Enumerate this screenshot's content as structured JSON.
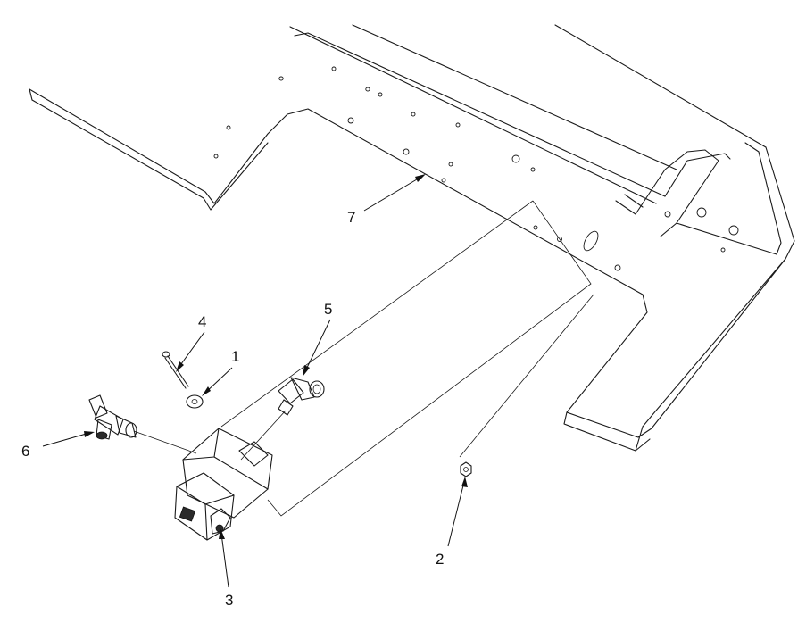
{
  "diagram": {
    "type": "exploded-parts-view",
    "line_color": "#1a1a1a",
    "background": "#ffffff",
    "callouts": [
      {
        "id": "1",
        "label": "1",
        "part": "washer"
      },
      {
        "id": "2",
        "label": "2",
        "part": "nut"
      },
      {
        "id": "3",
        "label": "3",
        "part": "solenoid-valve"
      },
      {
        "id": "4",
        "label": "4",
        "part": "screw"
      },
      {
        "id": "5",
        "label": "5",
        "part": "elbow-fitting"
      },
      {
        "id": "6",
        "label": "6",
        "part": "tee-fitting"
      },
      {
        "id": "7",
        "label": "7",
        "part": "mounting-bracket-frame"
      }
    ]
  }
}
